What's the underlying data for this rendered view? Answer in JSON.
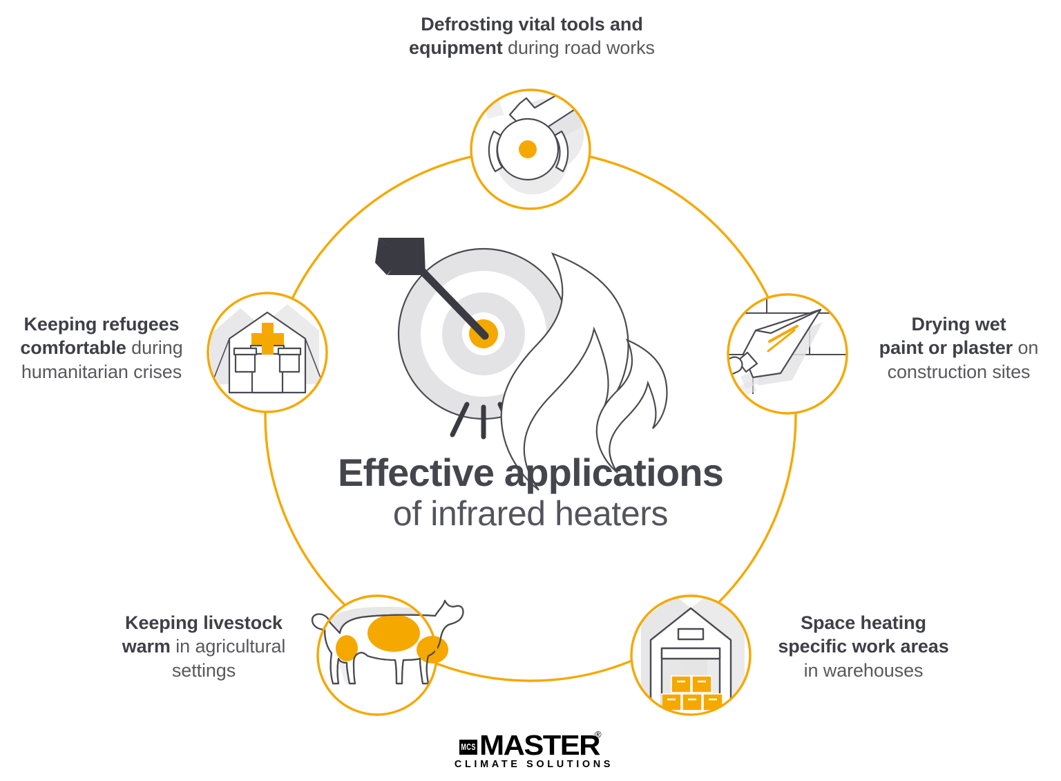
{
  "page": {
    "background_color": "#ffffff",
    "accent_color": "#F5A800",
    "text_color": "#58585e",
    "bold_text_color": "#3f3f47",
    "shadow_gray": "#e2e2e4",
    "outline_gray": "#4a4a52"
  },
  "center": {
    "title_bold": "Effective applications",
    "title_light": "of infrared heaters",
    "illustration": "target-with-arrow-and-flame"
  },
  "nodes": [
    {
      "id": "defrosting",
      "icon": "angle-grinder-icon",
      "label_bold": "Defrosting vital tools and equipment",
      "label_light": " during road works",
      "label_html": "<b>Defrosting vital tools and<br>equipment</b> during road works",
      "position": "top"
    },
    {
      "id": "drying",
      "icon": "trowel-icon",
      "label_bold": "Drying wet paint or plaster",
      "label_light": " on construction sites",
      "label_html": "<b>Drying wet<br>paint or plaster</b> on<br>construction sites",
      "position": "right"
    },
    {
      "id": "space-heating",
      "icon": "warehouse-icon",
      "label_bold": "Space heating specific work areas",
      "label_light": " in warehouses",
      "label_html": "<b>Space heating<br>specific work areas</b><br>in warehouses",
      "position": "bottom-right"
    },
    {
      "id": "livestock",
      "icon": "cow-icon",
      "label_bold": "Keeping livestock warm",
      "label_light": " in agricultural settings",
      "label_html": "<b>Keeping livestock<br>warm</b> in agricultural<br>settings",
      "position": "bottom-left"
    },
    {
      "id": "refugees",
      "icon": "medical-tent-icon",
      "label_bold": "Keeping refugees comfortable",
      "label_light": " during humanitarian crises",
      "label_html": "<b>Keeping refugees<br>comfortable</b> during<br>humanitarian crises",
      "position": "left"
    }
  ],
  "logo": {
    "badge": "MCS",
    "wordmark": "MASTER",
    "registered": "®",
    "tagline": "CLIMATE SOLUTIONS"
  }
}
